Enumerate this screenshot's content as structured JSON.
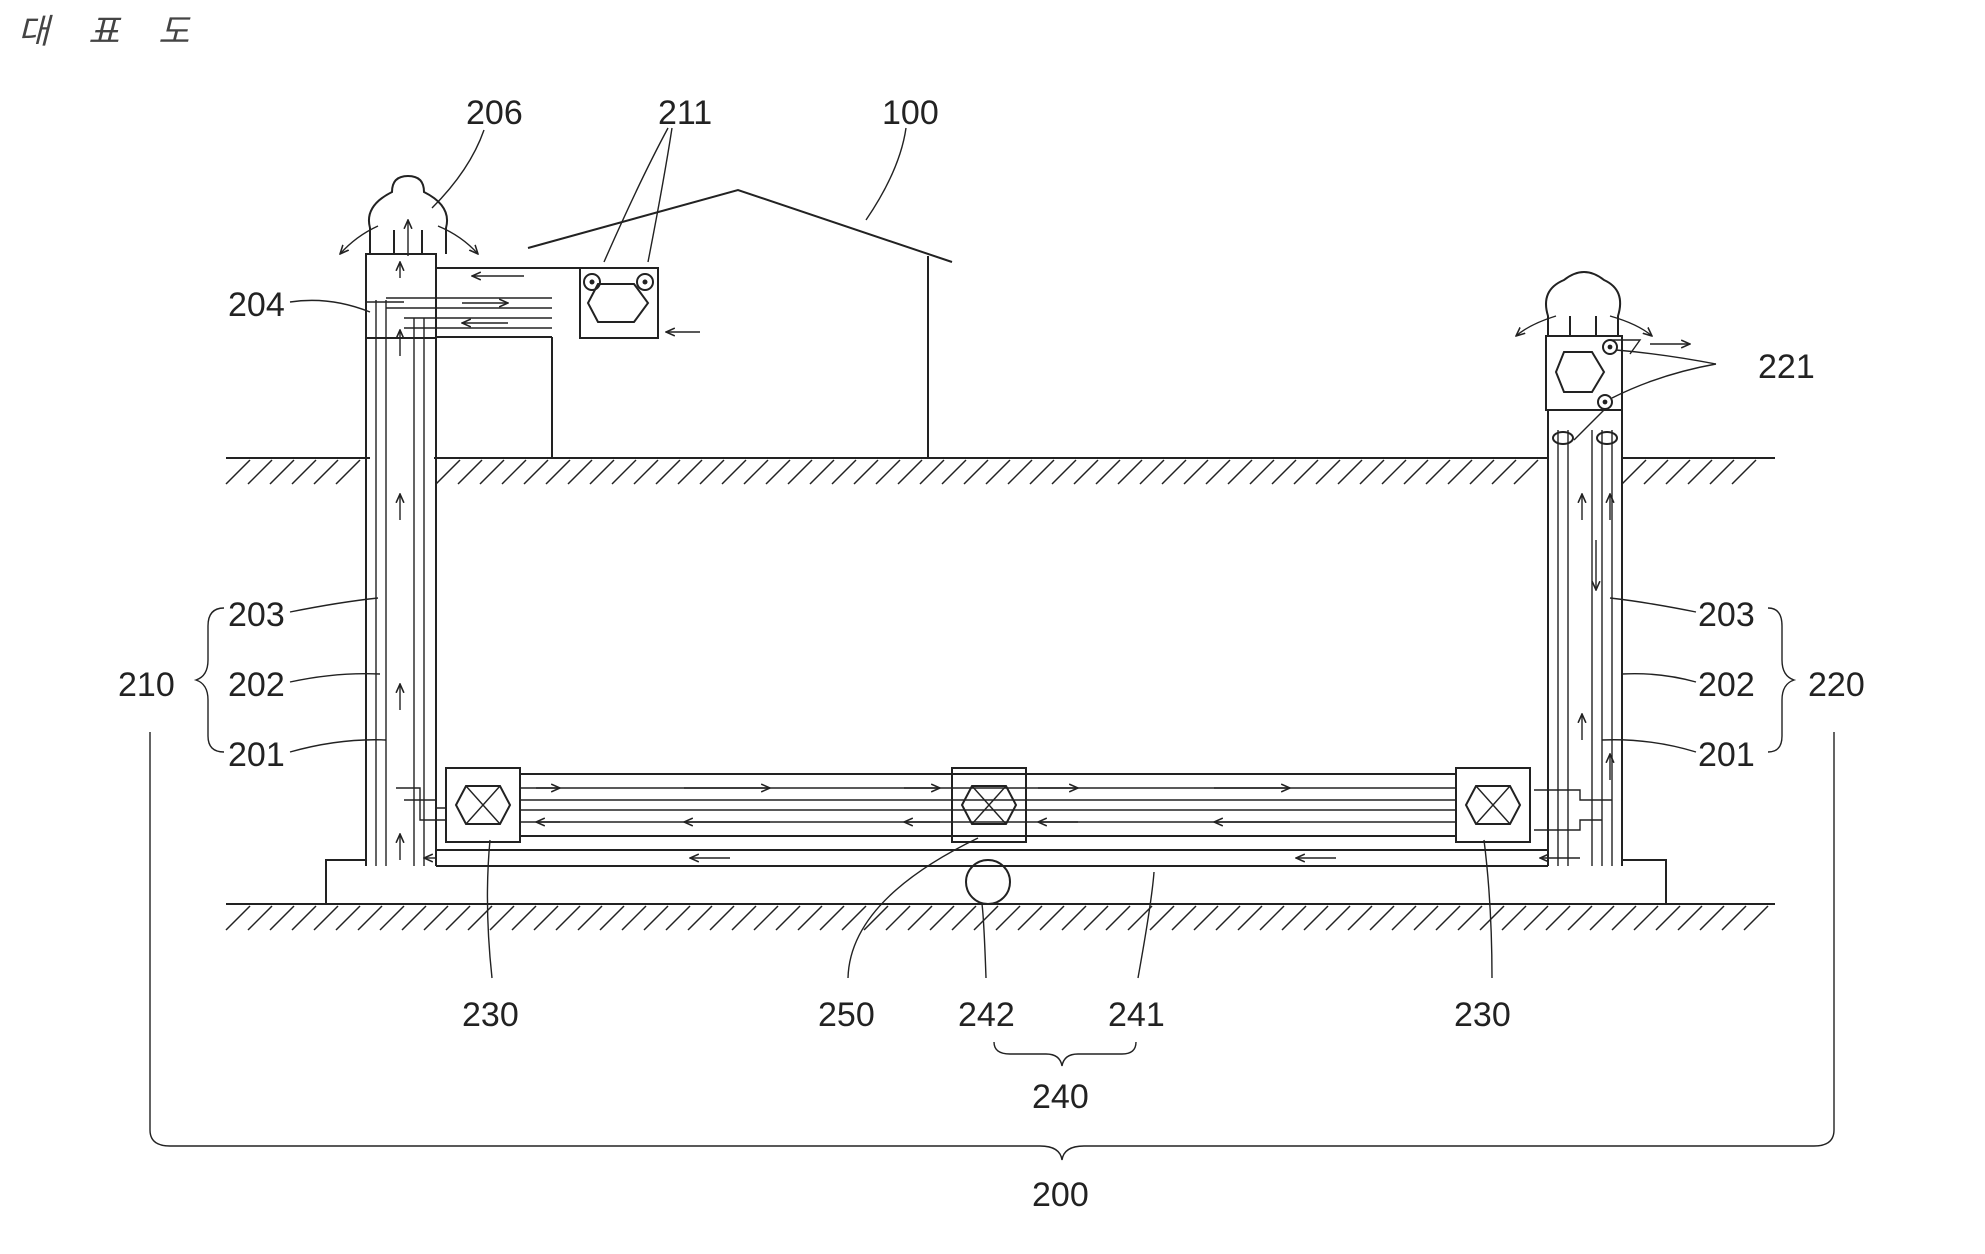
{
  "title": "대 표 도",
  "labels": {
    "l206": "206",
    "l211": "211",
    "l100": "100",
    "l204": "204",
    "l221": "221",
    "l203_left": "203",
    "l202_left": "202",
    "l201_left": "201",
    "l210": "210",
    "l203_right": "203",
    "l202_right": "202",
    "l201_right": "201",
    "l220": "220",
    "l230_left": "230",
    "l250": "250",
    "l242": "242",
    "l241": "241",
    "l230_right": "230",
    "l240": "240",
    "l200": "200"
  },
  "colors": {
    "line": "#222222",
    "background": "#ffffff"
  }
}
